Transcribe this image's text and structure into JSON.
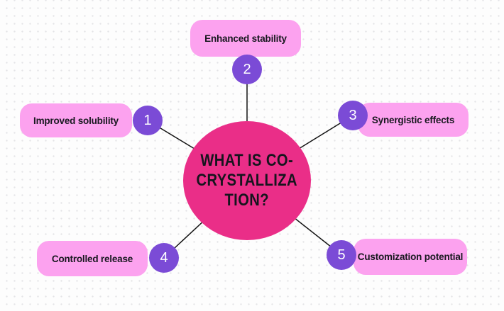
{
  "center": {
    "title": "WHAT IS CO-CRYSTALLIZATION?",
    "title_lines": [
      "WHAT IS CO-",
      "CRYSTALLIZA",
      "TION?"
    ]
  },
  "nodes": [
    {
      "number": "1",
      "label": "Improved solubility"
    },
    {
      "number": "2",
      "label": "Enhanced stability"
    },
    {
      "number": "3",
      "label": "Synergistic effects"
    },
    {
      "number": "4",
      "label": "Controlled release"
    },
    {
      "number": "5",
      "label": "Customization potential"
    }
  ],
  "colors": {
    "center_fill": "#EA2E88",
    "branch_fill": "#FCA2EF",
    "badge_fill": "#7B4BD6",
    "badge_text": "#FFFFFF",
    "connector": "#141414",
    "label_text": "#18181F",
    "background": "#FDFDFD",
    "background_dot": "#E4E4E7"
  }
}
